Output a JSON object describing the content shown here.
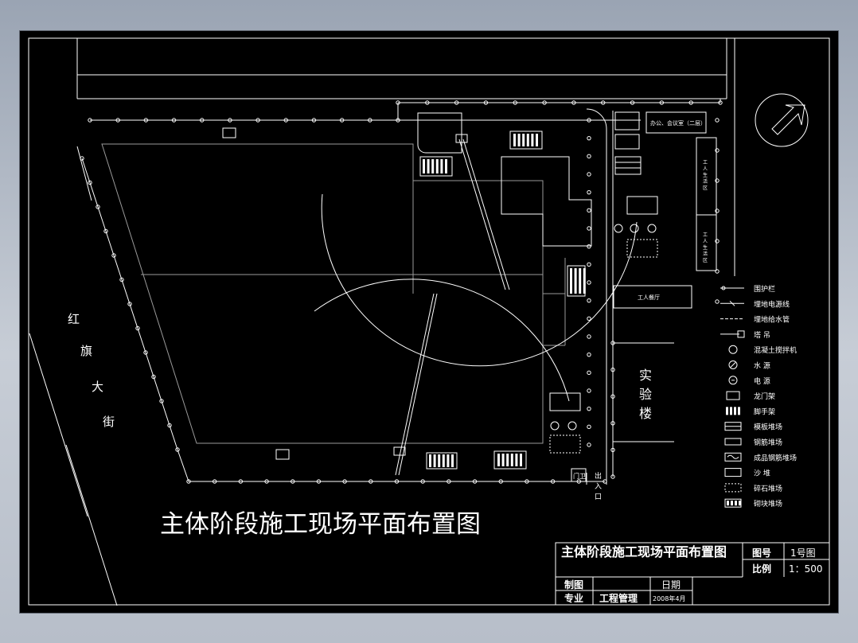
{
  "drawing": {
    "main_title": "主体阶段施工现场平面布置图",
    "street": [
      "红",
      "旗",
      "大",
      "街"
    ],
    "lab": [
      "实",
      "验",
      "楼"
    ],
    "office": "办公、会议室（二层）",
    "dorm": [
      "工",
      "人",
      "生",
      "活",
      "区"
    ],
    "canteen": "工人餐厅",
    "gate": [
      "出",
      "入",
      "口"
    ],
    "guard": "门卫"
  },
  "legend": [
    {
      "icon": "fence-icon",
      "label": "围护栏"
    },
    {
      "icon": "power-line-icon",
      "label": "埋地电源线"
    },
    {
      "icon": "water-pipe-icon",
      "label": "埋地给水管"
    },
    {
      "icon": "tower-crane-icon",
      "label": "塔 吊"
    },
    {
      "icon": "mixer-icon",
      "label": "混凝土搅拌机"
    },
    {
      "icon": "water-source-icon",
      "label": "水 源"
    },
    {
      "icon": "power-source-icon",
      "label": "电 源"
    },
    {
      "icon": "gantry-icon",
      "label": "龙门架"
    },
    {
      "icon": "scaffold-icon",
      "label": "脚手架"
    },
    {
      "icon": "formwork-icon",
      "label": "模板堆场"
    },
    {
      "icon": "rebar-icon",
      "label": "钢筋堆场"
    },
    {
      "icon": "finished-rebar-icon",
      "label": "成品钢筋堆场"
    },
    {
      "icon": "sand-icon",
      "label": "沙 堆"
    },
    {
      "icon": "gravel-icon",
      "label": "碎石堆场"
    },
    {
      "icon": "brick-icon",
      "label": "砌块堆场"
    }
  ],
  "title_block": {
    "title": "主体阶段施工现场平面布置图",
    "drawing_no_label": "图号",
    "drawing_no": "1号图",
    "scale_label": "比例",
    "scale": "1：500",
    "drawn_label": "制图",
    "date_label": "日期",
    "major_label": "专业",
    "major": "工程管理",
    "date": "2008年4月"
  }
}
